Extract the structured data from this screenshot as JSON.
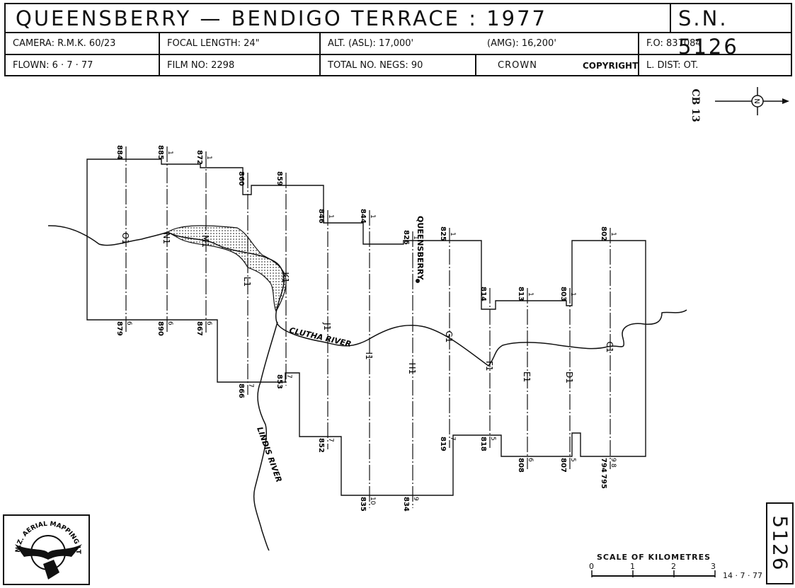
{
  "header": {
    "title": "QUEENSBERRY — BENDIGO  TERRACE  : 1977",
    "sheet_no": "S.N. 5126",
    "camera": "CAMERA: R.M.K. 60/23",
    "focal_length": "FOCAL LENGTH:  24\"",
    "alt_asl": "ALT. (ASL): 17,000'",
    "alt_amg": "(AMG): 16,200'",
    "fo": "F.O: 837084",
    "flown": "FLOWN: 6 · 7 · 77",
    "film_no": "FILM NO: 2298",
    "total_negs": "TOTAL NO. NEGS: 90",
    "crown": "CROWN",
    "copyright": "COPYRIGHT",
    "l_dist": "L. DIST: OT."
  },
  "side_sheet_no": "5126",
  "cb_label": "CB 13",
  "north_label": "N",
  "logo_text": "N.Z. AERIAL MAPPING LTD.",
  "map": {
    "strips": [
      {
        "label": "O1",
        "top": "884",
        "bottom": "879",
        "bottom_run": "6"
      },
      {
        "label": "N1",
        "top": "885",
        "top_run": "1",
        "bottom": "890",
        "bottom_run": "6"
      },
      {
        "label": "M1",
        "top": "872",
        "top_run": "1",
        "bottom": "867",
        "bottom_run": "6"
      },
      {
        "label": "L1",
        "top": "860",
        "bottom": "866",
        "bottom_run": "7"
      },
      {
        "label": "K1",
        "top": "859",
        "bottom": "853",
        "bottom_run": "7"
      },
      {
        "label": "J1",
        "top": "846",
        "top_run": "1",
        "bottom": "852",
        "bottom_run": "7"
      },
      {
        "label": "I1",
        "top": "844",
        "top_run": "1",
        "bottom": "835",
        "bottom_run": "10"
      },
      {
        "label": "H1",
        "top": "826",
        "top_run": "1",
        "bottom": "834",
        "bottom_run": "9"
      },
      {
        "label": "G1",
        "top": "825",
        "top_run": "1",
        "bottom": "819",
        "bottom_run": "7"
      },
      {
        "label": "F1",
        "top": "814",
        "bottom": "818",
        "bottom_run": "5"
      },
      {
        "label": "E1",
        "top": "813",
        "top_run": "1",
        "bottom": "808",
        "bottom_run": "6"
      },
      {
        "label": "D1",
        "top": "803",
        "top_run": "1",
        "bottom": "807",
        "bottom_run": "5"
      },
      {
        "label": "C1",
        "top": "802",
        "top_run": "1",
        "bottom": "794",
        "bottom_run": "9",
        "bottom2": "795",
        "bottom2_run": "8"
      }
    ],
    "town": "QUEENSBERRY",
    "river_clutha": "CLUTHA   RIVER",
    "river_lindis": "LINDIS   RIVER"
  },
  "scale": {
    "title": "SCALE  OF  KILOMETRES",
    "ticks": [
      "0",
      "1",
      "2",
      "3"
    ],
    "date": "14 · 7 · 77"
  }
}
